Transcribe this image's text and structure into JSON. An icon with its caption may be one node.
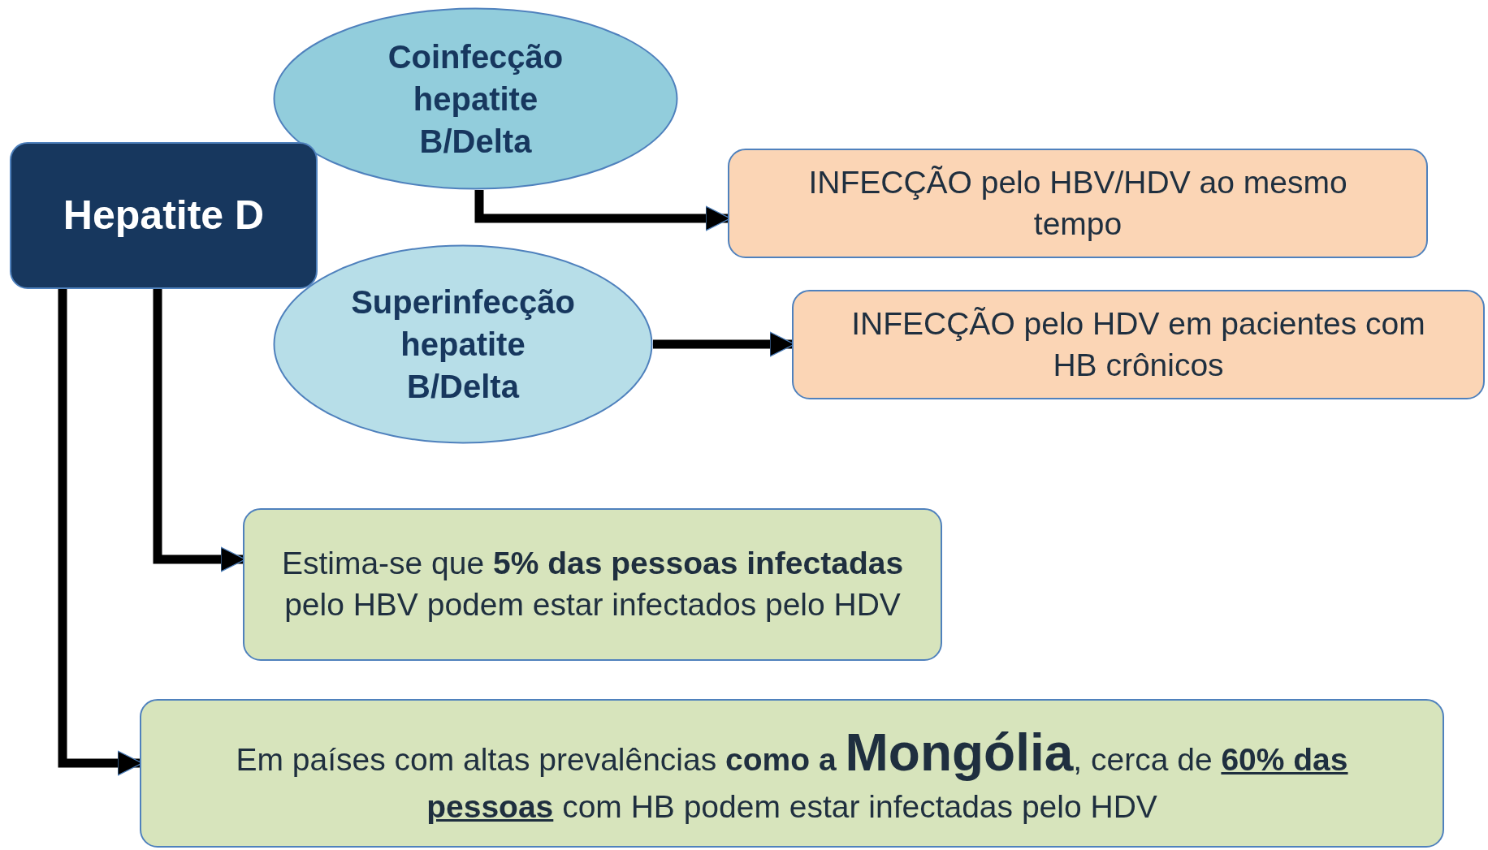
{
  "diagram": {
    "nodes": [
      {
        "text": [
          "Hepatite D"
        ]
      },
      {
        "text": [
          "Coinfecção hepatite B/Delta"
        ]
      },
      {
        "text": [
          "INFECÇÃO pelo HBV/HDV ao mesmo tempo"
        ]
      },
      {
        "text": [
          "Superinfecção hepatite B/Delta"
        ]
      },
      {
        "text": [
          "INFECÇÃO pelo HDV em pacientes com HB crônicos"
        ]
      },
      {
        "text": [
          "Estima-se que **5% das pessoas infectadas** pelo HBV podem estar infectados pelo HDV"
        ]
      },
      {
        "text": [
          "Em países com altas prevalências **como a** **Mongólia**, cerca de **60% das pessoas** com HB podem estar infectadas pelo HDV"
        ]
      }
    ],
    "edges": [
      {
        "from": 1,
        "to": 2,
        "arrow": "to"
      },
      {
        "from": 3,
        "to": 4,
        "arrow": "to"
      },
      {
        "from": 0,
        "to": 5,
        "arrow": "to"
      },
      {
        "from": 0,
        "to": 6,
        "arrow": "to"
      }
    ]
  }
}
